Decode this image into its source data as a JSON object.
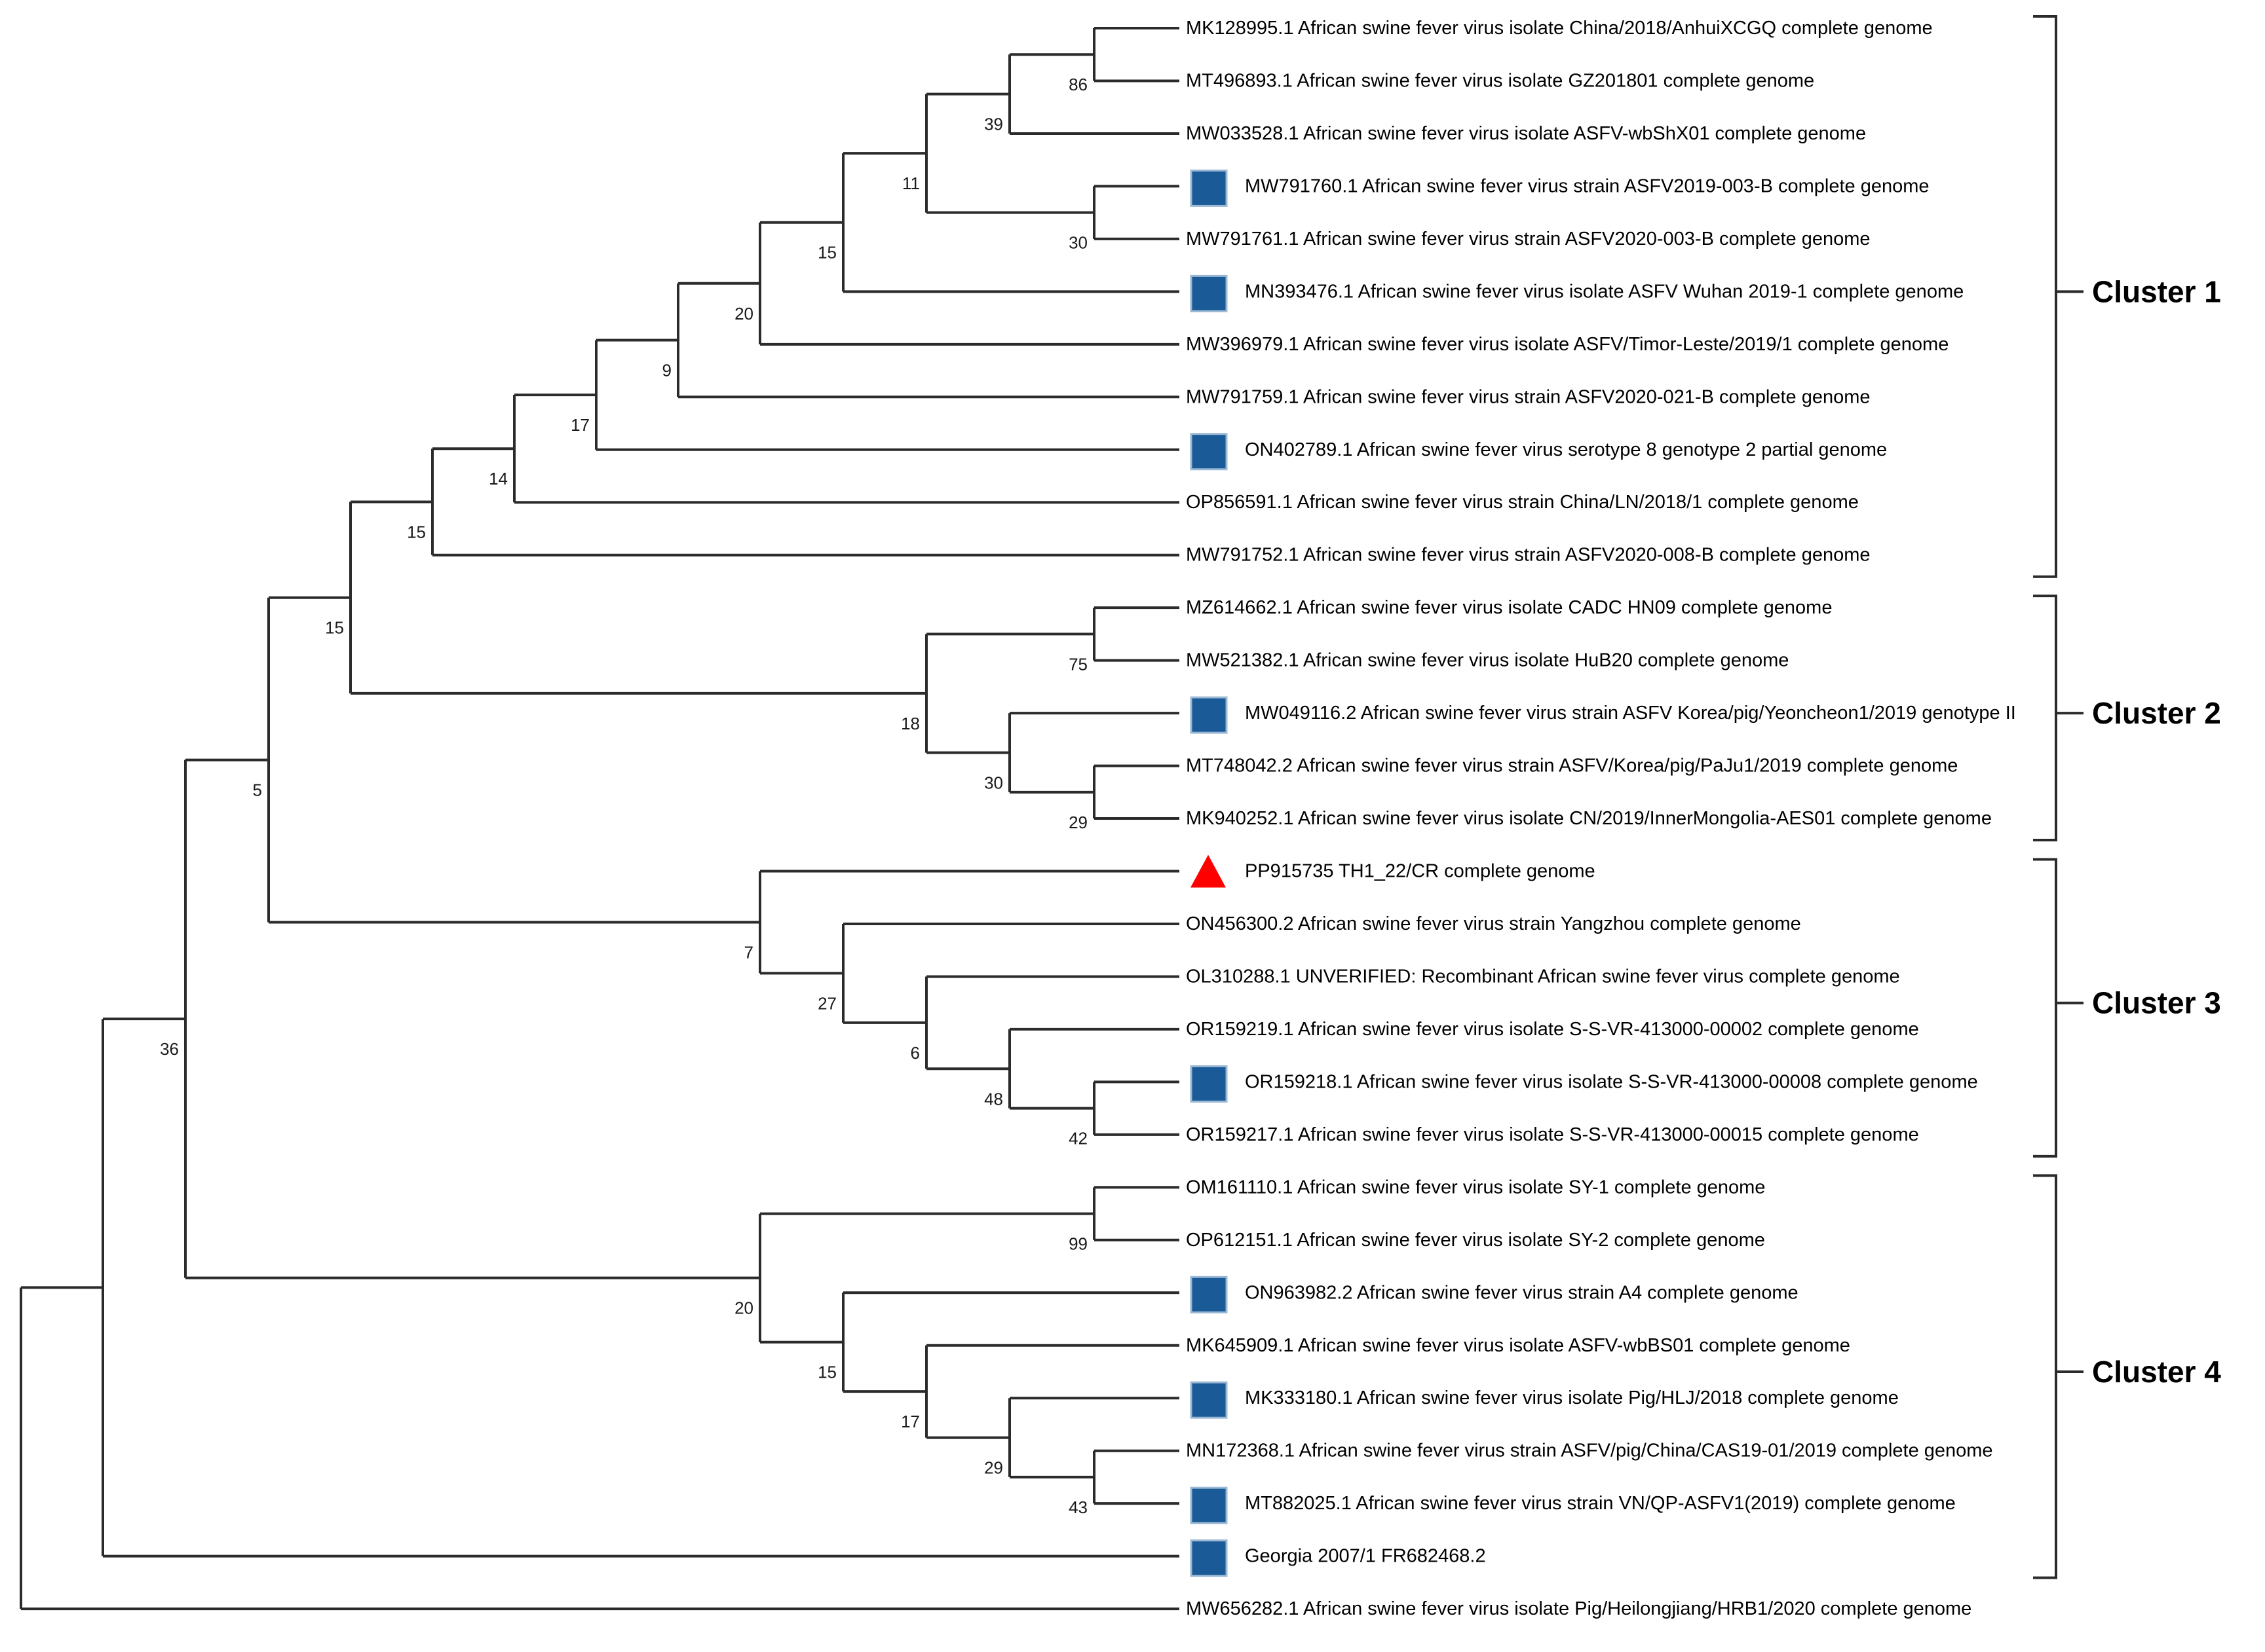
{
  "figure": {
    "background": "#ffffff",
    "line_color": "#2b2b2b",
    "text_color": "#000000",
    "marker_colors": {
      "square_fill": "#1a5a96",
      "square_border": "#9bb8d4",
      "triangle_fill": "#fe0000"
    },
    "taxa": [
      {
        "label": "MK128995.1 African swine fever virus isolate China/2018/AnhuiXCGQ complete genome",
        "marker": "none"
      },
      {
        "label": "MT496893.1 African swine fever virus isolate GZ201801 complete genome",
        "marker": "none"
      },
      {
        "label": "MW033528.1 African swine fever virus isolate ASFV-wbShX01 complete genome",
        "marker": "none"
      },
      {
        "label": "MW791760.1 African swine fever virus strain ASFV2019-003-B complete genome",
        "marker": "square"
      },
      {
        "label": "MW791761.1 African swine fever virus strain ASFV2020-003-B complete genome",
        "marker": "none"
      },
      {
        "label": "MN393476.1 African swine fever virus isolate ASFV Wuhan 2019-1 complete genome",
        "marker": "square"
      },
      {
        "label": "MW396979.1 African swine fever virus isolate ASFV/Timor-Leste/2019/1 complete genome",
        "marker": "none"
      },
      {
        "label": "MW791759.1 African swine fever virus strain ASFV2020-021-B complete genome",
        "marker": "none"
      },
      {
        "label": "ON402789.1 African swine fever virus serotype 8 genotype 2 partial genome",
        "marker": "square"
      },
      {
        "label": "OP856591.1 African swine fever virus strain China/LN/2018/1 complete genome",
        "marker": "none"
      },
      {
        "label": "MW791752.1 African swine fever virus strain ASFV2020-008-B complete genome",
        "marker": "none"
      },
      {
        "label": "MZ614662.1 African swine fever virus isolate CADC HN09 complete genome",
        "marker": "none"
      },
      {
        "label": "MW521382.1 African swine fever virus isolate HuB20 complete genome",
        "marker": "none"
      },
      {
        "label": "MW049116.2 African swine fever virus strain ASFV Korea/pig/Yeoncheon1/2019 genotype II",
        "marker": "square"
      },
      {
        "label": "MT748042.2 African swine fever virus strain ASFV/Korea/pig/PaJu1/2019 complete genome",
        "marker": "none"
      },
      {
        "label": "MK940252.1 African swine fever virus isolate CN/2019/InnerMongolia-AES01 complete genome",
        "marker": "none"
      },
      {
        "label": "PP915735 TH1_22/CR complete genome",
        "marker": "triangle"
      },
      {
        "label": "ON456300.2 African swine fever virus strain Yangzhou complete genome",
        "marker": "none"
      },
      {
        "label": "OL310288.1 UNVERIFIED: Recombinant African swine fever virus complete genome",
        "marker": "none"
      },
      {
        "label": "OR159219.1 African swine fever virus isolate S-S-VR-413000-00002 complete genome",
        "marker": "none"
      },
      {
        "label": "OR159218.1 African swine fever virus isolate S-S-VR-413000-00008 complete genome",
        "marker": "square"
      },
      {
        "label": "OR159217.1 African swine fever virus isolate S-S-VR-413000-00015 complete genome",
        "marker": "none"
      },
      {
        "label": "OM161110.1 African swine fever virus isolate SY-1 complete genome",
        "marker": "none"
      },
      {
        "label": "OP612151.1 African swine fever virus isolate SY-2 complete genome",
        "marker": "none"
      },
      {
        "label": "ON963982.2 African swine fever virus strain A4 complete genome",
        "marker": "square"
      },
      {
        "label": "MK645909.1 African swine fever virus isolate ASFV-wbBS01 complete genome",
        "marker": "none"
      },
      {
        "label": "MK333180.1 African swine fever virus isolate Pig/HLJ/2018 complete genome",
        "marker": "square"
      },
      {
        "label": "MN172368.1 African swine fever virus strain ASFV/pig/China/CAS19-01/2019 complete genome",
        "marker": "none"
      },
      {
        "label": "MT882025.1 African swine fever virus strain VN/QP-ASFV1(2019) complete genome",
        "marker": "square"
      },
      {
        "label": "Georgia 2007/1 FR682468.2",
        "marker": "square"
      },
      {
        "label": "MW656282.1 African swine fever virus isolate Pig/Heilongjiang/HRB1/2020 complete genome",
        "marker": "none"
      }
    ],
    "clusters": [
      {
        "label": "Cluster 1",
        "from": 1,
        "to": 11
      },
      {
        "label": "Cluster 2",
        "from": 12,
        "to": 16
      },
      {
        "label": "Cluster 3",
        "from": 17,
        "to": 22
      },
      {
        "label": "Cluster 4",
        "from": 23,
        "to": 30
      }
    ],
    "tree": {
      "lv": 0,
      "c": [
        {
          "lv": 1,
          "c": [
            {
              "lv": 2,
              "s": "36",
              "c": [
                {
                  "lv": 3,
                  "s": "5",
                  "c": [
                    {
                      "lv": 4,
                      "s": "15",
                      "c": [
                        {
                          "lv": 5,
                          "s": "15",
                          "c": [
                            {
                              "lv": 6,
                              "s": "14",
                              "c": [
                                {
                                  "lv": 7,
                                  "s": "17",
                                  "c": [
                                    {
                                      "lv": 8,
                                      "s": "9",
                                      "c": [
                                        {
                                          "lv": 9,
                                          "s": "20",
                                          "c": [
                                            {
                                              "lv": 10,
                                              "s": "15",
                                              "c": [
                                                {
                                                  "lv": 11,
                                                  "s": "11",
                                                  "c": [
                                                    {
                                                      "lv": 12,
                                                      "s": "39",
                                                      "c": [
                                                        {
                                                          "lv": 13,
                                                          "s": "86",
                                                          "c": [
                                                            {
                                                              "leaf": 1
                                                            },
                                                            {
                                                              "leaf": 2
                                                            }
                                                          ]
                                                        },
                                                        {
                                                          "leaf": 3
                                                        }
                                                      ]
                                                    },
                                                    {
                                                      "lv": 13,
                                                      "s": "30",
                                                      "c": [
                                                        {
                                                          "leaf": 4
                                                        },
                                                        {
                                                          "leaf": 5
                                                        }
                                                      ]
                                                    }
                                                  ]
                                                },
                                                {
                                                  "leaf": 6
                                                }
                                              ]
                                            },
                                            {
                                              "leaf": 7
                                            }
                                          ]
                                        },
                                        {
                                          "leaf": 8
                                        }
                                      ]
                                    },
                                    {
                                      "leaf": 9
                                    }
                                  ]
                                },
                                {
                                  "leaf": 10
                                }
                              ]
                            },
                            {
                              "leaf": 11
                            }
                          ]
                        },
                        {
                          "lv": 11,
                          "s": "18",
                          "c": [
                            {
                              "lv": 13,
                              "s": "75",
                              "c": [
                                {
                                  "leaf": 12
                                },
                                {
                                  "leaf": 13
                                }
                              ]
                            },
                            {
                              "lv": 12,
                              "s": "30",
                              "c": [
                                {
                                  "leaf": 14
                                },
                                {
                                  "lv": 13,
                                  "s": "29",
                                  "c": [
                                    {
                                      "leaf": 15
                                    },
                                    {
                                      "leaf": 16
                                    }
                                  ]
                                }
                              ]
                            }
                          ]
                        }
                      ]
                    },
                    {
                      "lv": 9,
                      "s": "7",
                      "c": [
                        {
                          "leaf": 17
                        },
                        {
                          "lv": 10,
                          "s": "27",
                          "c": [
                            {
                              "leaf": 18
                            },
                            {
                              "lv": 11,
                              "s": "6",
                              "c": [
                                {
                                  "leaf": 19
                                },
                                {
                                  "lv": 12,
                                  "s": "48",
                                  "c": [
                                    {
                                      "leaf": 20
                                    },
                                    {
                                      "lv": 13,
                                      "s": "42",
                                      "c": [
                                        {
                                          "leaf": 21
                                        },
                                        {
                                          "leaf": 22
                                        }
                                      ]
                                    }
                                  ]
                                }
                              ]
                            }
                          ]
                        }
                      ]
                    }
                  ]
                },
                {
                  "lv": 9,
                  "s": "20",
                  "c": [
                    {
                      "lv": 13,
                      "s": "99",
                      "c": [
                        {
                          "leaf": 23
                        },
                        {
                          "leaf": 24
                        }
                      ]
                    },
                    {
                      "lv": 10,
                      "s": "15",
                      "c": [
                        {
                          "leaf": 25
                        },
                        {
                          "lv": 11,
                          "s": "17",
                          "c": [
                            {
                              "leaf": 26
                            },
                            {
                              "lv": 12,
                              "s": "29",
                              "c": [
                                {
                                  "leaf": 27
                                },
                                {
                                  "lv": 13,
                                  "s": "43",
                                  "c": [
                                    {
                                      "leaf": 28
                                    },
                                    {
                                      "leaf": 29
                                    }
                                  ]
                                }
                              ]
                            }
                          ]
                        }
                      ]
                    }
                  ]
                }
              ]
            },
            {
              "leaf": 30
            }
          ]
        },
        {
          "leaf": 31
        }
      ]
    }
  }
}
